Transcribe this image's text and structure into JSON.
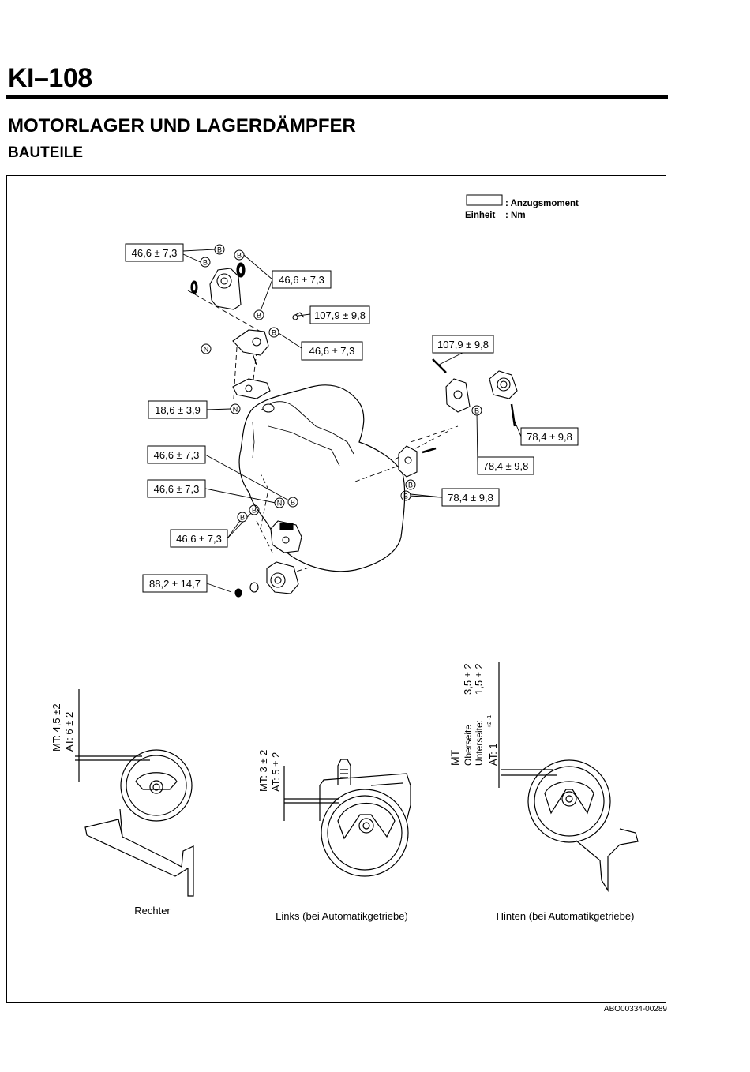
{
  "header": {
    "page_number": "KI–108",
    "title": "MOTORLAGER UND LAGERDÄMPFER",
    "subtitle": "BAUTEILE"
  },
  "legend": {
    "torque_label": ":  Anzugsmoment",
    "unit_key": "Einheit",
    "unit_value": ":  Nm"
  },
  "torque_callouts": [
    "46,6 ± 7,3",
    "46,6 ± 7,3",
    "107,9 ± 9,8",
    "46,6 ± 7,3",
    "18,6 ± 3,9",
    "107,9 ± 9,8",
    "78,4 ± 9,8",
    "78,4 ± 9,8",
    "78,4 ± 9,8",
    "46,6 ± 7,3",
    "46,6 ± 7,3",
    "46,6 ± 7,3",
    "88,2 ± 14,7"
  ],
  "markers": {
    "bolt": "B",
    "nut": "N"
  },
  "details": {
    "right": {
      "caption": "Rechter",
      "dim_mt": "MT: 4,5 ±2",
      "dim_at": "AT: 6 ± 2"
    },
    "left": {
      "caption": "Links  (bei Automatikgetriebe)",
      "dim_mt": "MT:  3 ± 2",
      "dim_at": "AT:  5 ± 2"
    },
    "rear": {
      "caption": "Hinten (bei Automatikgetriebe)",
      "dim_mt": "MT",
      "dim_top": "Oberseite",
      "dim_bottom": "Unterseite:",
      "dim_at": "AT:  1",
      "dim_at_tol": "+2 -1",
      "val_top": "3,5 ± 2",
      "val_bottom": "1,5 ± 2"
    }
  },
  "figure_code": "ABO00334-00289"
}
